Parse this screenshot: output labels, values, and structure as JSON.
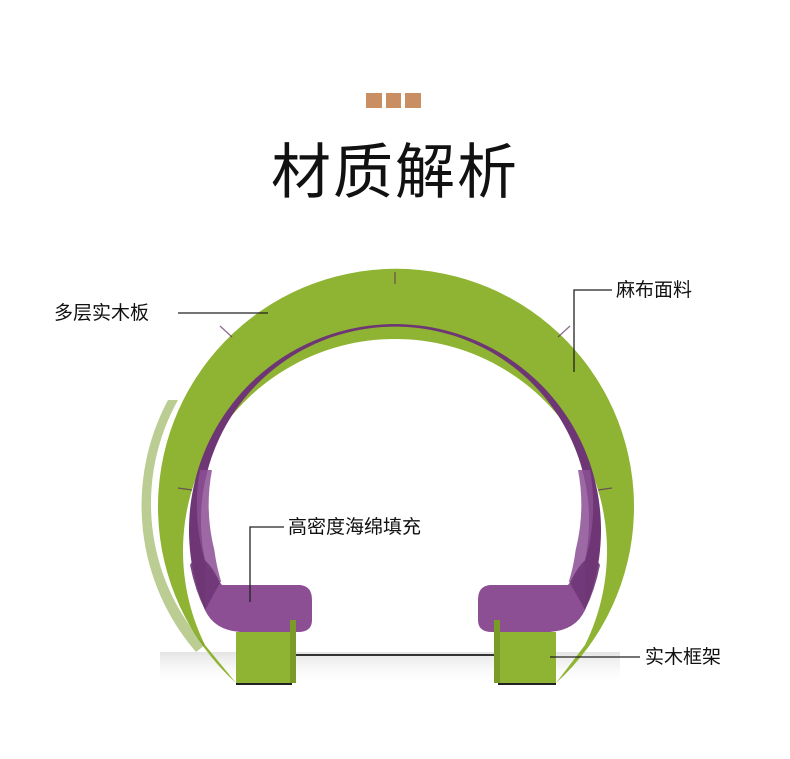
{
  "colors": {
    "accent": "#c98e62",
    "shell": "#8fb332",
    "shell_dark": "#7a9c27",
    "lining": "#6e3675",
    "cushion": "#8c4f94",
    "frame": "#8fb332"
  },
  "header": {
    "title": "材质解析"
  },
  "callouts": {
    "plywood": "多层实木板",
    "linen": "麻布面料",
    "foam": "高密度海绵填充",
    "frame": "实木框架"
  }
}
